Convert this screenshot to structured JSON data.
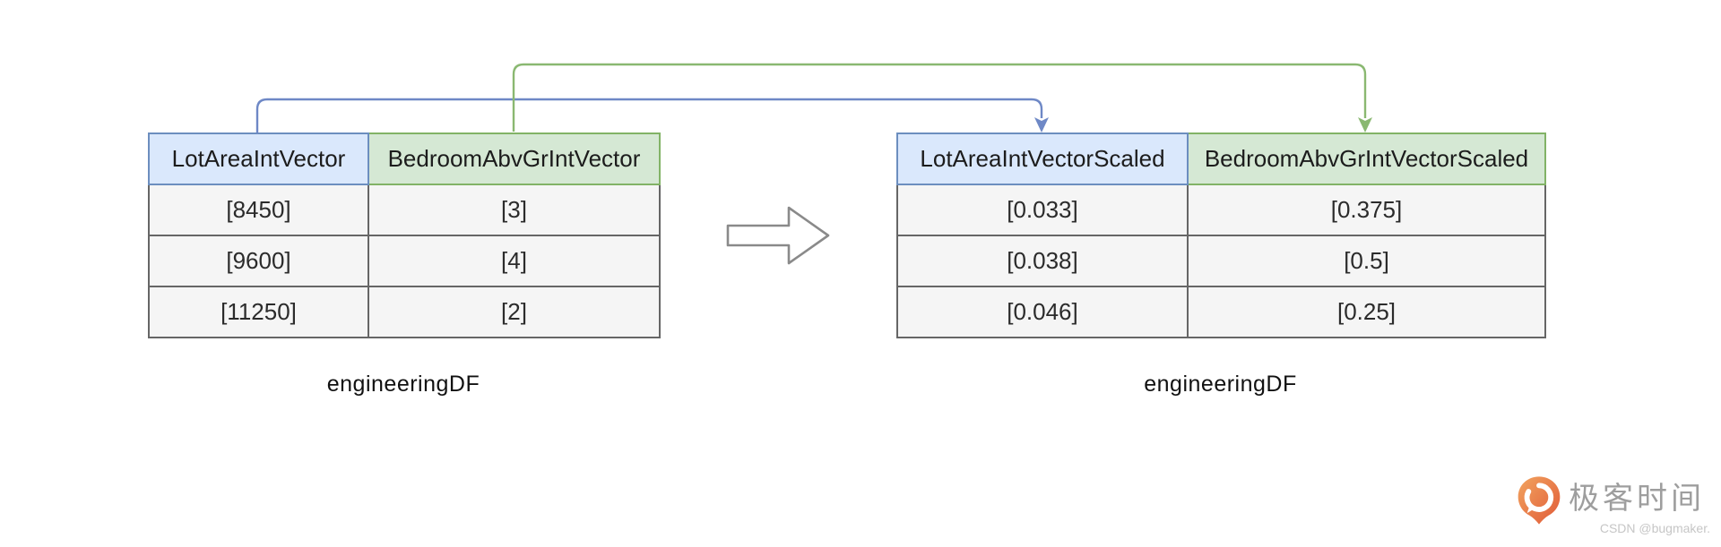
{
  "colors": {
    "header_blue_fill": "#dae8fc",
    "header_blue_border": "#6c8ebf",
    "header_green_fill": "#d5e8d4",
    "header_green_border": "#82b366",
    "connector_blue": "#6e88c6",
    "connector_green": "#8ab871",
    "cell_fill": "#f5f5f5",
    "cell_border": "#666666",
    "transform_arrow_outline": "#8a8a8a",
    "brand_orange": "#ed7d3a",
    "brand_text_gray": "#9e9e9e",
    "credit_gray": "#c6c6c6"
  },
  "left_table": {
    "caption": "engineeringDF",
    "columns": [
      "LotAreaIntVector",
      "BedroomAbvGrIntVector"
    ],
    "rows": [
      [
        "[8450]",
        "[3]"
      ],
      [
        "[9600]",
        "[4]"
      ],
      [
        "[11250]",
        "[2]"
      ]
    ]
  },
  "right_table": {
    "caption": "engineeringDF",
    "columns": [
      "LotAreaIntVectorScaled",
      "BedroomAbvGrIntVectorScaled"
    ],
    "rows": [
      [
        "[0.033]",
        "[0.375]"
      ],
      [
        "[0.038]",
        "[0.5]"
      ],
      [
        "[0.046]",
        "[0.25]"
      ]
    ]
  },
  "watermark": {
    "brand": "极客时间",
    "credit": "CSDN @bugmaker."
  }
}
